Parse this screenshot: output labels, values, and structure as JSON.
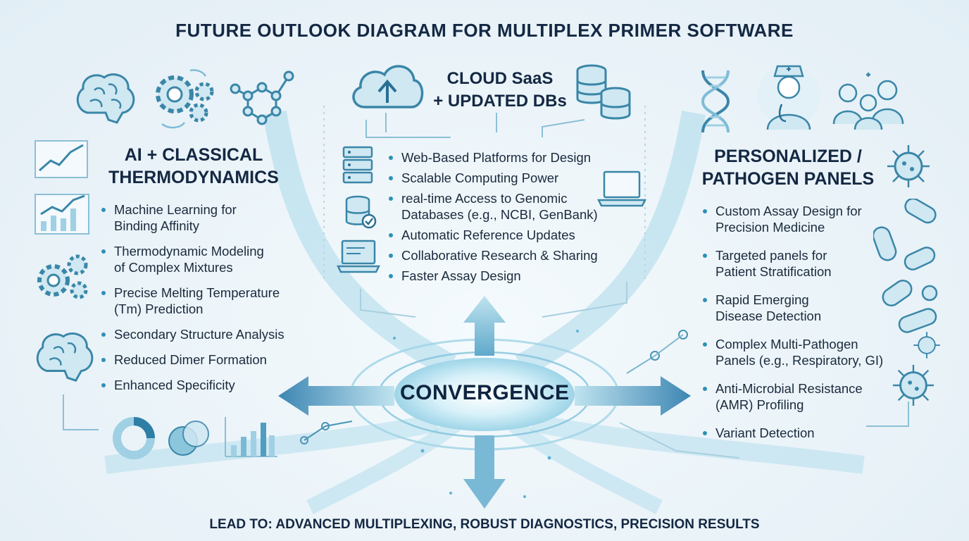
{
  "title": "FUTURE OUTLOOK DIAGRAM FOR MULTIPLEX PRIMER SOFTWARE",
  "left": {
    "heading": [
      "AI + CLASSICAL",
      "THERMODYNAMICS"
    ],
    "items": [
      [
        "Machine Learning for",
        "Binding Affinity"
      ],
      [
        "Thermodynamic Modeling",
        "of Complex Mixtures"
      ],
      [
        "Precise Melting Temperature",
        "(Tm) Prediction"
      ],
      [
        "Secondary Structure Analysis"
      ],
      [
        "Reduced Dimer Formation"
      ],
      [
        "Enhanced Specificity"
      ]
    ]
  },
  "center": {
    "heading": [
      "CLOUD SaaS",
      "+ UPDATED DBs"
    ],
    "items": [
      [
        "Web-Based Platforms for Design"
      ],
      [
        "Scalable Computing Power"
      ],
      [
        "real-time Access to Genomic",
        "Databases (e.g., NCBI, GenBank)"
      ],
      [
        "Automatic Reference Updates"
      ],
      [
        "Collaborative Research & Sharing"
      ],
      [
        "Faster Assay Design"
      ]
    ]
  },
  "right": {
    "heading": [
      "PERSONALIZED /",
      "PATHOGEN PANELS"
    ],
    "items": [
      [
        "Custom Assay Design for",
        "Precision Medicine"
      ],
      [
        "Targeted panels for",
        "Patient Stratification"
      ],
      [
        "Rapid Emerging",
        "Disease Detection"
      ],
      [
        "Complex Multi-Pathogen",
        "Panels (e.g., Respiratory, GI)"
      ],
      [
        "Anti-Microbial Resistance",
        "(AMR) Profiling"
      ],
      [
        "Variant Detection"
      ]
    ]
  },
  "hub": "CONVERGENCE",
  "footer": "LEAD TO: ADVANCED MULTIPLEXING, ROBUST DIAGNOSTICS, PRECISION RESULTS",
  "colors": {
    "accent": "#2f8fb8",
    "flow": "#8ccbe0",
    "dark": "#142843",
    "icon": "#3a86a8"
  },
  "icons": [
    "brain-icon",
    "gears-icon",
    "molecule-icon",
    "line-chart-icon",
    "bar-chart-icon",
    "cloud-upload-icon",
    "database-icon",
    "server-icon",
    "laptop-icon",
    "dna-icon",
    "doctor-icon",
    "patients-icon",
    "virus-icon",
    "bacteria-icon",
    "pie-chart-icon"
  ]
}
